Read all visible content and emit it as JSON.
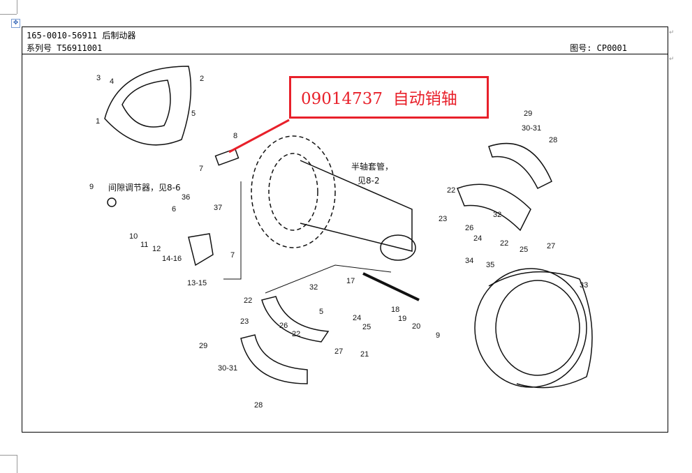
{
  "header": {
    "title": "165-0010-56911 后制动器",
    "series": "系列号 T56911001",
    "figure_no": "图号: CP0001"
  },
  "callout": {
    "text": "09014737  自动销轴",
    "color": "#e8202a"
  },
  "notes": {
    "adjuster": "间隙调节器，见8-6",
    "axle_tube": "半轴套管，",
    "axle_ref": "见8-2"
  },
  "labels": [
    "3",
    "4",
    "2",
    "5",
    "1",
    "8",
    "7",
    "9",
    "36",
    "37",
    "6",
    "10",
    "11",
    "12",
    "14-16",
    "7",
    "13-15",
    "29",
    "30-31",
    "28",
    "22",
    "23",
    "32",
    "26",
    "22",
    "24",
    "25",
    "27",
    "34",
    "35",
    "33",
    "17",
    "32",
    "22",
    "5",
    "23",
    "26",
    "22",
    "24",
    "25",
    "18",
    "19",
    "20",
    "9",
    "29",
    "30-31",
    "27",
    "21",
    "28"
  ]
}
